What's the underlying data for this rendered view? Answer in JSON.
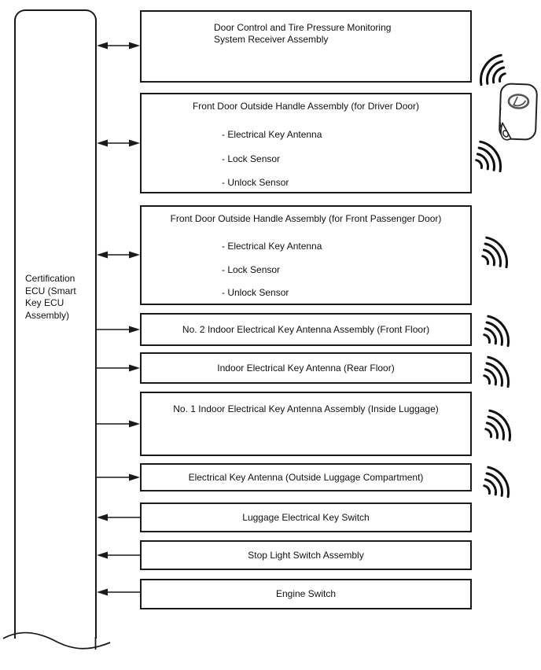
{
  "ecu": {
    "label": "Certification ECU (Smart Key ECU Assembly)",
    "lines": [
      "Certification",
      "ECU (Smart",
      "Key ECU",
      "Assembly)"
    ]
  },
  "nodes": [
    {
      "id": "receiver",
      "lines": [
        "Door Control and Tire Pressure Monitoring",
        "System Receiver Assembly"
      ],
      "connection": "bidirectional",
      "wireless": true
    },
    {
      "id": "driver-door-handle",
      "title": "Front Door Outside Handle Assembly (for Driver Door)",
      "items": [
        "- Electrical Key Antenna",
        "- Lock Sensor",
        "- Unlock Sensor"
      ],
      "connection": "bidirectional",
      "wireless": true
    },
    {
      "id": "passenger-door-handle",
      "title": "Front Door Outside Handle Assembly (for Front Passenger Door)",
      "items": [
        "- Electrical Key Antenna",
        "- Lock Sensor",
        "- Unlock Sensor"
      ],
      "connection": "bidirectional",
      "wireless": true
    },
    {
      "id": "no2-indoor-antenna",
      "title": "No. 2 Indoor Electrical Key Antenna Assembly (Front Floor)",
      "connection": "ecu-to-node",
      "wireless": true
    },
    {
      "id": "rear-floor-antenna",
      "title": "Indoor Electrical Key Antenna (Rear Floor)",
      "connection": "ecu-to-node",
      "wireless": true
    },
    {
      "id": "no1-indoor-antenna",
      "title": "No. 1 Indoor Electrical Key Antenna Assembly (Inside Luggage)",
      "connection": "ecu-to-node",
      "wireless": true
    },
    {
      "id": "outside-luggage-antenna",
      "title": "Electrical Key Antenna (Outside Luggage Compartment)",
      "connection": "ecu-to-node",
      "wireless": true
    },
    {
      "id": "luggage-key-switch",
      "title": "Luggage Electrical Key Switch",
      "connection": "node-to-ecu",
      "wireless": false
    },
    {
      "id": "stop-light-switch",
      "title": "Stop Light Switch Assembly",
      "connection": "node-to-ecu",
      "wireless": false
    },
    {
      "id": "engine-switch",
      "title": "Engine Switch",
      "connection": "node-to-ecu",
      "wireless": false
    }
  ],
  "icons": {
    "smart_key": "smart-key-fob",
    "waves": "radio-waves"
  },
  "colors": {
    "line": "#1a1a1a",
    "background": "#ffffff",
    "logo_gray": "#555555"
  }
}
